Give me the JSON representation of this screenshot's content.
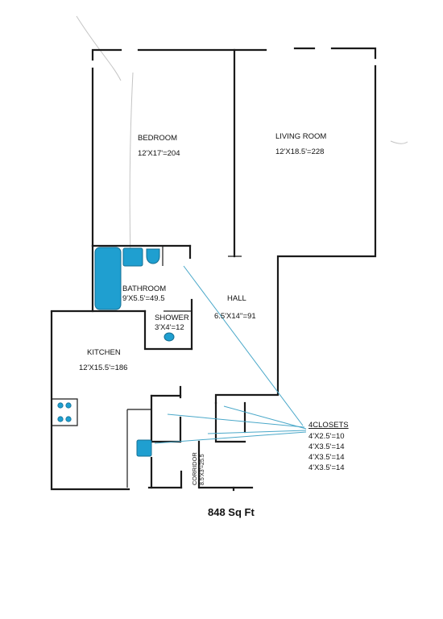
{
  "rooms": {
    "bedroom": {
      "name": "BEDROOM",
      "dims": "12'X17'=204"
    },
    "living_room": {
      "name": "LIVING ROOM",
      "dims": "12'X18.5'=228"
    },
    "bathroom": {
      "name": "BATHROOM",
      "dims": "9'X5.5'=49.5"
    },
    "hall": {
      "name": "HALL",
      "dims": "6.5'X14''=91"
    },
    "shower": {
      "name": "SHOWER",
      "dims": "3'X4'=12"
    },
    "kitchen": {
      "name": "KITCHEN",
      "dims": "12'X15.5'=186"
    },
    "corridor": {
      "name": "CORRIDOR",
      "dims": "8.5'X3'=25.5"
    }
  },
  "closets": {
    "title": "4CLOSETS",
    "items": [
      "4'X2.5'=10",
      "4'X3.5'=14",
      "4'X3.5'=14",
      "4'X3.5'=14"
    ]
  },
  "total_area": "848 Sq Ft",
  "colors": {
    "fixture": "#1f9fd0",
    "leader": "#4aa8c9",
    "wall": "#1a1a1a"
  }
}
